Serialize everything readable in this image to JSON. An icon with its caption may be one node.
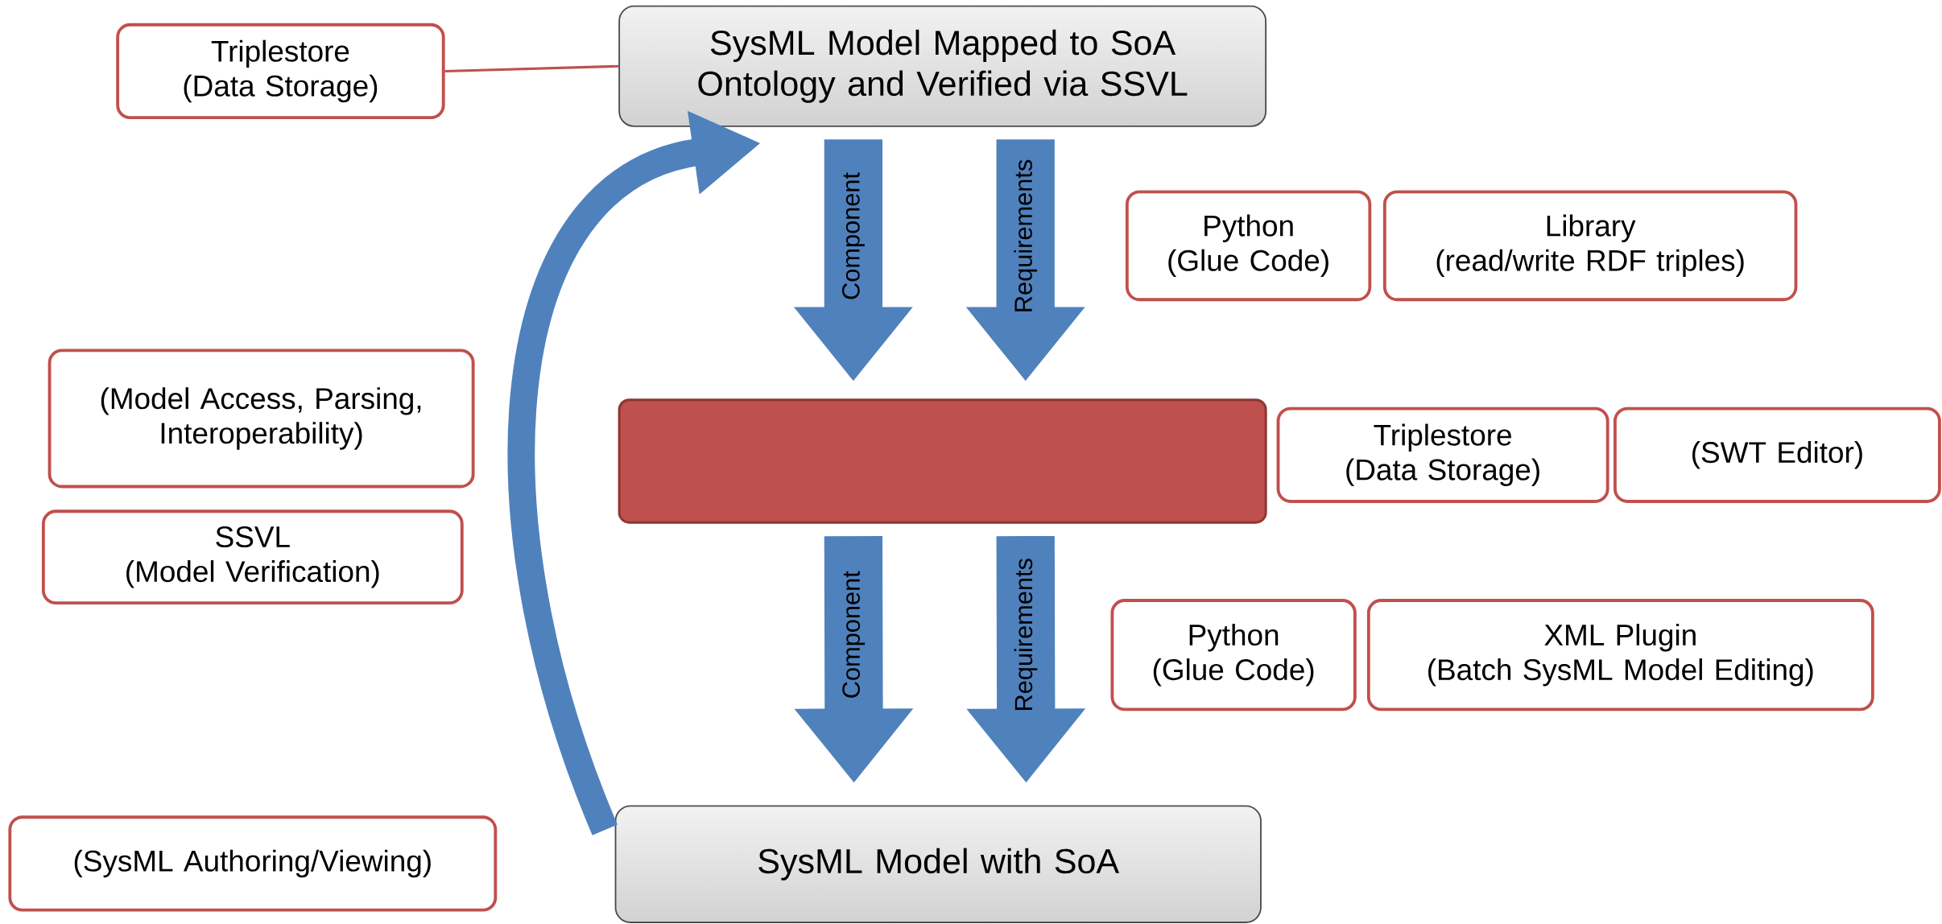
{
  "diagram": {
    "nodes": [
      {
        "text": [
          "Triplestore",
          "(Data Storage)"
        ]
      },
      {
        "text": [
          "SysML Model Mapped to SoA Ontology and Verified via SSVL"
        ]
      },
      {
        "text": [
          "Python",
          "(Glue Code)"
        ]
      },
      {
        "text": [
          "Library",
          "(read/write RDF triples)"
        ]
      },
      {
        "text": [
          "(Model Access, Parsing, Interoperability)"
        ]
      },
      {
        "text": [
          "SSVL",
          "(Model Verification)"
        ]
      },
      {
        "text": [],
        "shape": "box"
      },
      {
        "text": [
          "Triplestore",
          "(Data Storage)"
        ]
      },
      {
        "text": [
          "(SWT Editor)"
        ]
      },
      {
        "text": [
          "Python",
          "(Glue Code)"
        ]
      },
      {
        "text": [
          "XML Plugin",
          "(Batch SysML Model Editing)"
        ]
      },
      {
        "text": [
          "(SysML Authoring/Viewing)"
        ]
      },
      {
        "text": [
          "SysML Model with SoA"
        ]
      }
    ],
    "edges": [
      {
        "from": 0,
        "to": 1,
        "arrow": "none",
        "color": "#c0504d"
      },
      {
        "from": 1,
        "to": 6,
        "arrow": "to",
        "label": "Component"
      },
      {
        "from": 1,
        "to": 6,
        "arrow": "to",
        "label": "Requirements"
      },
      {
        "from": 6,
        "to": 12,
        "arrow": "to",
        "label": "Component"
      },
      {
        "from": 6,
        "to": 12,
        "arrow": "to",
        "label": "Requirements"
      },
      {
        "from": 12,
        "to": 1,
        "arrow": "to"
      }
    ]
  }
}
